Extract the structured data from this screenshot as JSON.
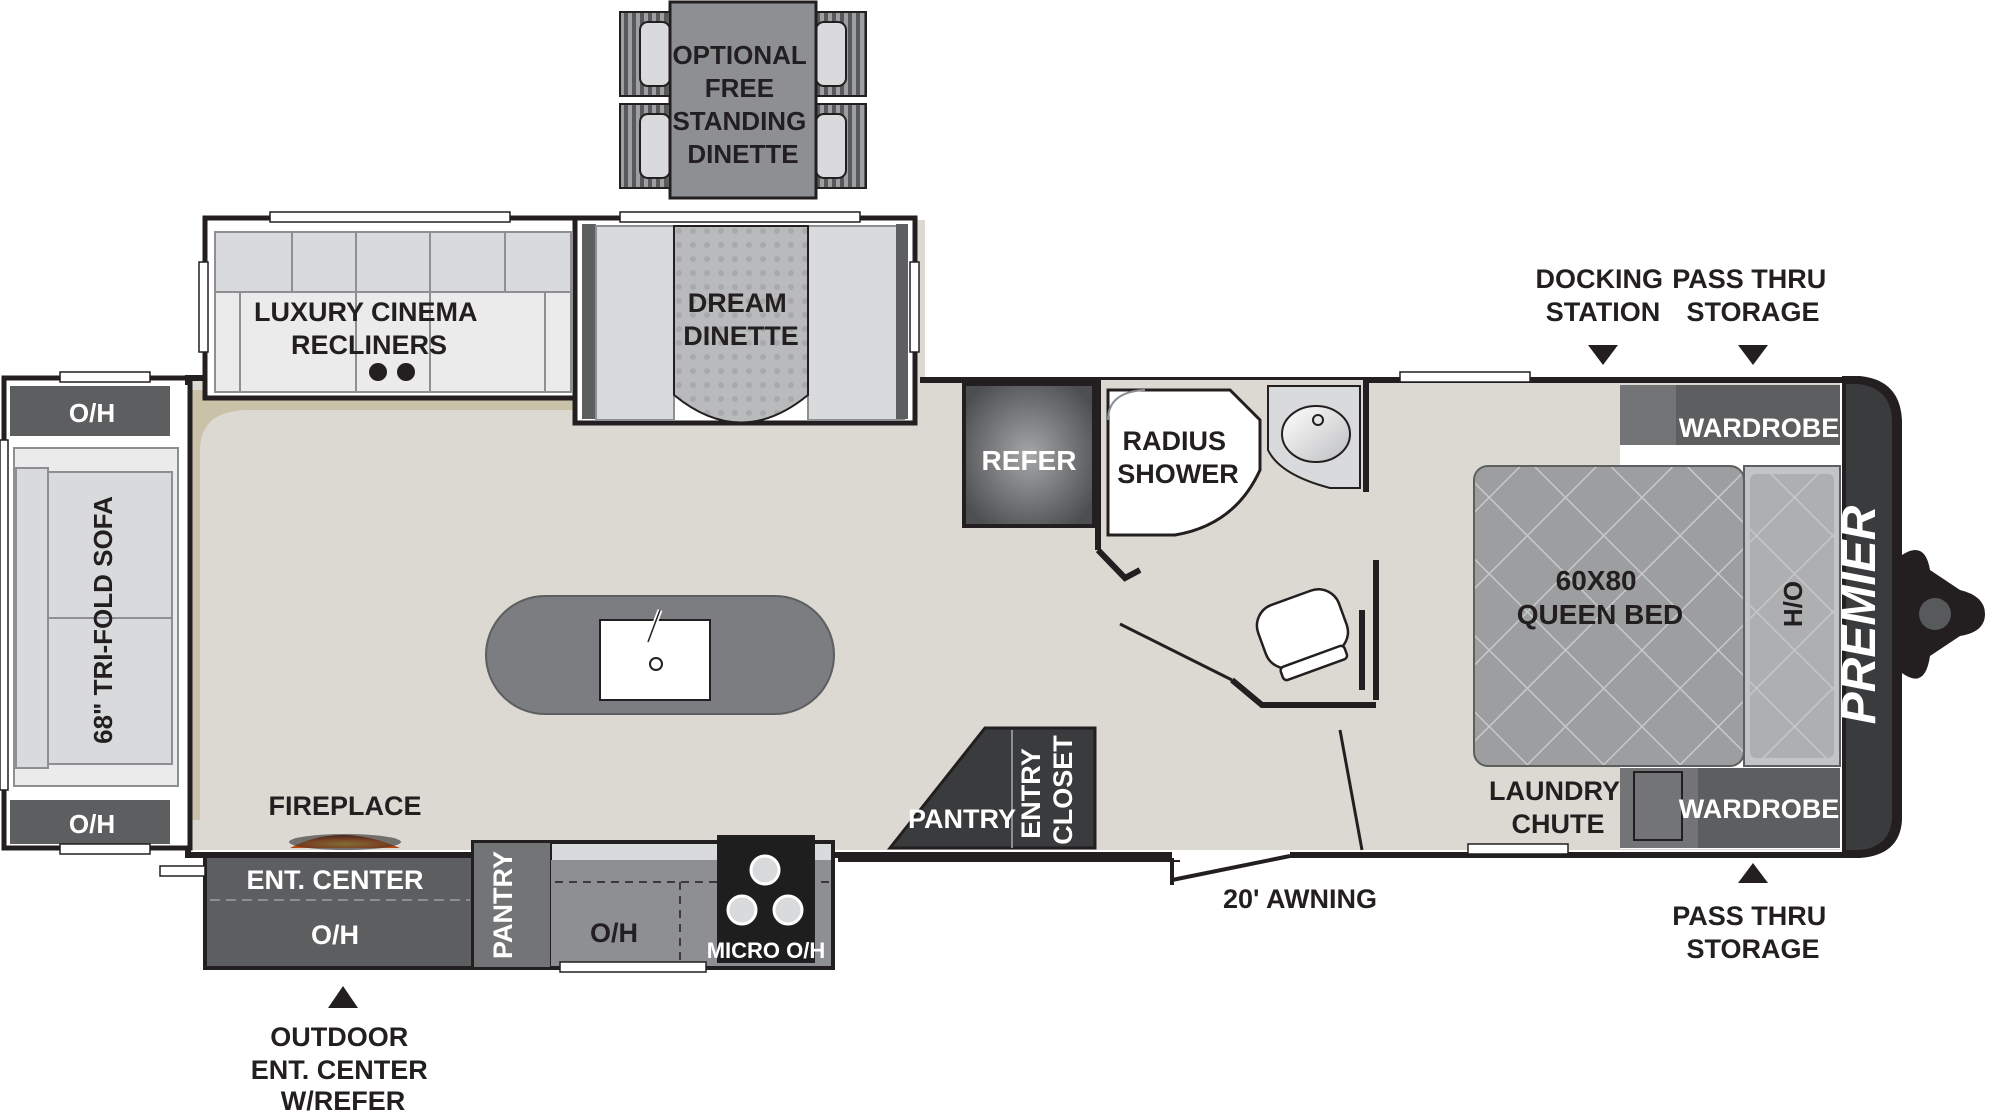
{
  "labels": {
    "optional_dinette": [
      "OPTIONAL",
      "FREE",
      "STANDING",
      "DINETTE"
    ],
    "luxury_recliners": [
      "LUXURY CINEMA",
      "RECLINERS"
    ],
    "dream_dinette": [
      "DREAM",
      "DINETTE"
    ],
    "docking_station": [
      "DOCKING",
      "STATION"
    ],
    "pass_thru_storage_top": [
      "PASS THRU",
      "STORAGE"
    ],
    "pass_thru_storage_bottom": [
      "PASS THRU",
      "STORAGE"
    ],
    "oh_top_left": "O/H",
    "oh_bottom_left": "O/H",
    "sofa": "68\" TRI-FOLD SOFA",
    "refer": "REFER",
    "radius_shower": [
      "RADIUS",
      "SHOWER"
    ],
    "wardrobe_top": "WARDROBE",
    "wardrobe_bottom": "WARDROBE",
    "queen_bed": [
      "60X80",
      "QUEEN BED"
    ],
    "ho": "H/O",
    "brand": "PREMIER",
    "fireplace": "FIREPLACE",
    "ent_center": "ENT. CENTER",
    "ent_center_oh": "O/H",
    "pantry_kitchen": "PANTRY",
    "kitchen_oh": "O/H",
    "micro_oh": "MICRO O/H",
    "pantry_closet": "PANTRY",
    "entry_closet": [
      "ENTRY",
      "CLOSET"
    ],
    "awning": "20' AWNING",
    "laundry_chute": [
      "LAUNDRY",
      "CHUTE"
    ],
    "outdoor_ent_center": [
      "OUTDOOR",
      "ENT. CENTER",
      "W/REFER"
    ]
  },
  "colors": {
    "wall": "#231f20",
    "floor": "#dcd9d2",
    "dark_cabinet": "#58595b",
    "medium_cabinet": "#737476",
    "furniture_light": "#d9dadb",
    "counter": "#7c7d80",
    "accent_tan": "#c9c2a9"
  }
}
